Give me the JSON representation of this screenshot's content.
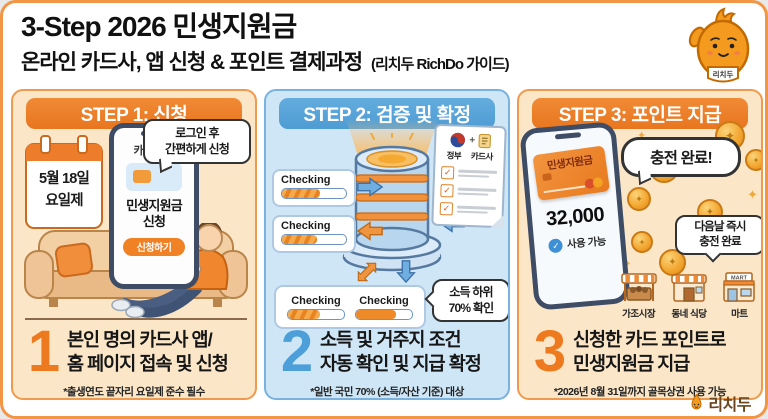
{
  "header": {
    "title": "3-Step 2026 민생지원금",
    "subtitle": "온라인 카드사, 앱 신청 & 포인트 결제과정",
    "subtitle_note": "(리치두 RichDo 가이드)",
    "mascot_label": "리치두"
  },
  "steps": [
    {
      "header": "STEP 1: 신청",
      "number": "1",
      "caption_line1": "본인 명의 카드사 앱/",
      "caption_line2": "홈 페이지 접속 및 신청",
      "footnote": "*출생연도 끝자리 요일제 준수 필수",
      "calendar_line1": "5월 18일",
      "calendar_line2": "요일제",
      "bubble_line1": "로그인 후",
      "bubble_line2": "간편하게 신청",
      "phone": {
        "app_label": "카드사 앱",
        "screen_line1": "민생지원금",
        "screen_line2": "신청",
        "button_label": "신청하기"
      }
    },
    {
      "header": "STEP 2: 검증 및 확정",
      "number": "2",
      "caption_line1": "소득 및 거주지 조건",
      "caption_line2": "자동 확인 및 지급 확정",
      "footnote": "*일반 국민 70% (소득/자산 기준) 대상",
      "checking_label": "Checking",
      "doc_gov_label": "정부",
      "doc_card_label": "카드사",
      "plus": "+",
      "bubble_line1": "소득 하위",
      "bubble_line2": "70% 확인"
    },
    {
      "header": "STEP 3: 포인트 지급",
      "number": "3",
      "caption_line1": "신청한 카드 포인트로",
      "caption_line2": "민생지원금 지급",
      "footnote": "*2026년 8월 31일까지 골목상권 사용 가능",
      "card_label": "민생지원금",
      "points": "32,000",
      "status": "사용 가능",
      "bubble_main": "충전 완료!",
      "bubble_sub_line1": "다음날 즉시",
      "bubble_sub_line2": "충전 완료",
      "mart_sign": "MART",
      "shops": [
        "가조시장",
        "동네 식당",
        "마트"
      ]
    }
  ],
  "footer": {
    "brand": "리치두"
  },
  "icons": {
    "check": "✓",
    "sparkle": "✦",
    "coin_star": "✦"
  },
  "colors": {
    "orange": "#ED7D2B",
    "blue": "#57A4DB",
    "panel_peach": "#FBE6C8",
    "panel_blue": "#CFE6F7"
  }
}
